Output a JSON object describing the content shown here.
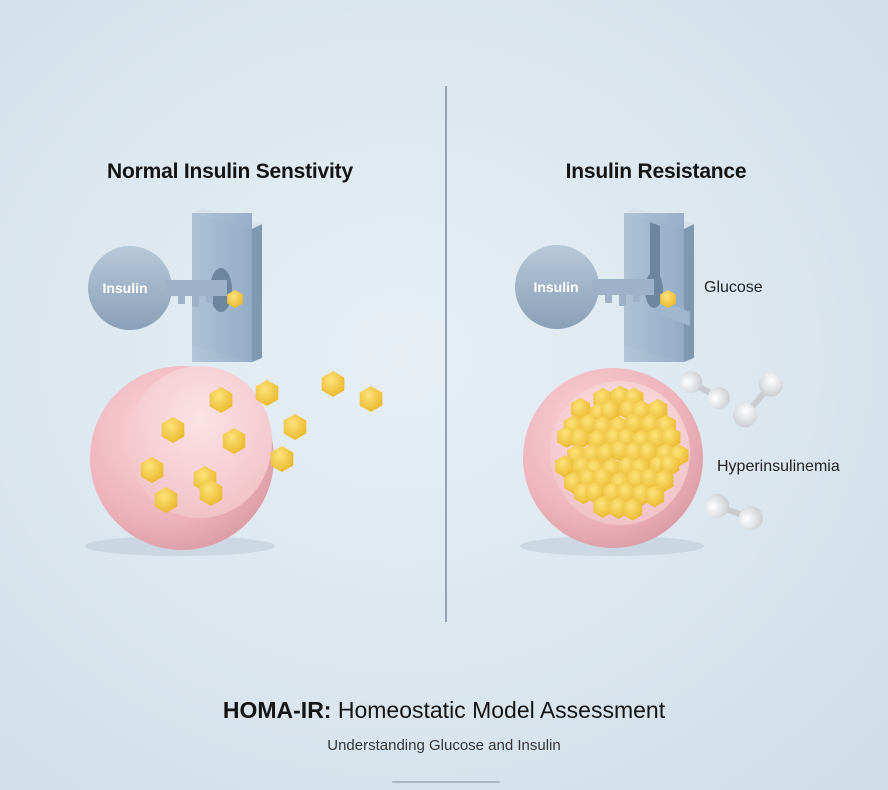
{
  "panels": {
    "left_title": "Normal Insulin Senstivity",
    "right_title": "Insulin Resistance"
  },
  "labels": {
    "insulin": "Insulin",
    "glucose": "Glucose",
    "hyperinsulinemia": "Hyperinsulinemia"
  },
  "footer": {
    "title_bold": "HOMA-IR:",
    "title_rest": " Homeostatic Model Assessment",
    "subtitle": "Understanding Glucose and Insulin"
  },
  "colors": {
    "glucose": "#f3c83a",
    "cell": "#f0b6bd",
    "key": "#9cb0c6",
    "lock": "#8ea9c4",
    "insulin_molecule": "#e4e4e4"
  },
  "icons": [
    "key-icon",
    "lock-icon",
    "cell-icon",
    "glucose-icon",
    "insulin-molecule-icon"
  ]
}
